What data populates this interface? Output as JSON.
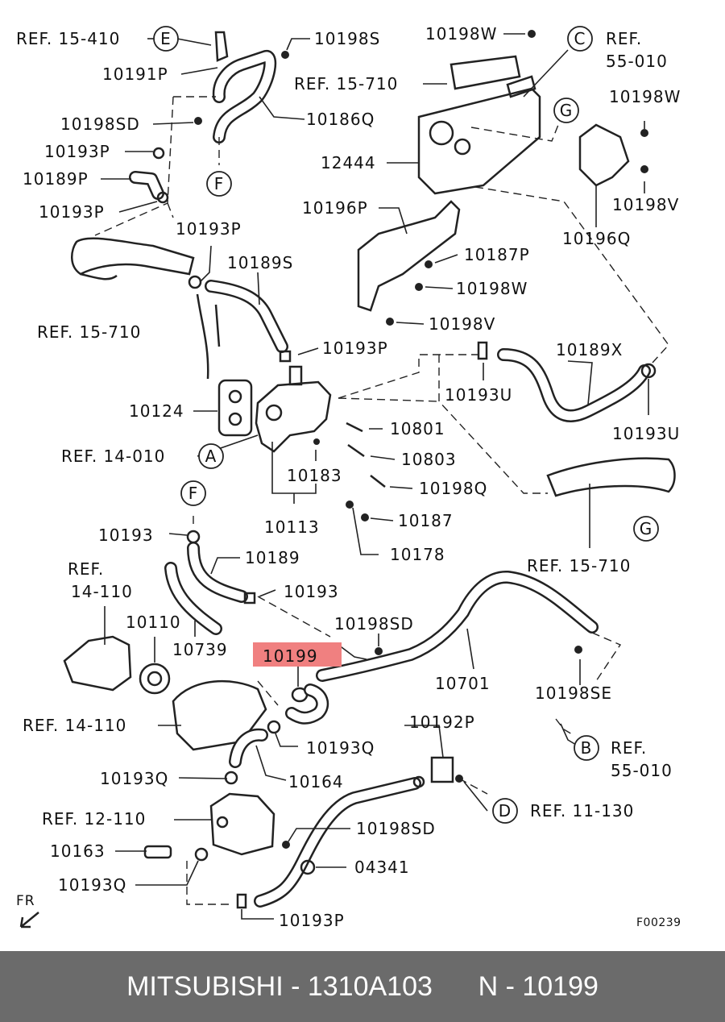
{
  "labels": {
    "l01": "REF. 15-410",
    "l02": "10191P",
    "l03": "10198S",
    "l04": "10186Q",
    "l05": "10198SD",
    "l06": "10193P",
    "l07": "10189P",
    "l08": "10193P",
    "l09": "10198W",
    "l10": "REF.",
    "l11": "55-010",
    "l12": "REF. 15-710",
    "l13": "10198W",
    "l14": "12444",
    "l15": "10198V",
    "l16": "10196P",
    "l17": "10196Q",
    "l18": "10193P",
    "l19": "10189S",
    "l20": "10187P",
    "l21": "10198W",
    "l22": "REF. 15-710",
    "l23": "10198V",
    "l24": "10193P",
    "l25": "10189X",
    "l26": "10193U",
    "l27": "10193U",
    "l28": "10124",
    "l29": "10801",
    "l30": "REF. 14-010",
    "l31": "10803",
    "l32": "10183",
    "l33": "10198Q",
    "l34": "10113",
    "l35": "10187",
    "l36": "10193",
    "l37": "10178",
    "l38": "10189",
    "l39": "REF. 15-710",
    "l40": "REF.",
    "l41": "14-110",
    "l42": "10193",
    "l43": "10110",
    "l44": "10198SD",
    "l45": "10739",
    "l46": "10199",
    "l47": "10701",
    "l48": "10198SE",
    "l49": "REF. 14-110",
    "l50": "10192P",
    "l51": "10193Q",
    "l52": "REF.",
    "l53": "55-010",
    "l54": "10193Q",
    "l55": "10164",
    "l56": "REF. 11-130",
    "l57": "REF. 12-110",
    "l58": "10198SD",
    "l59": "10163",
    "l60": "04341",
    "l61": "10193Q",
    "l62": "10193P",
    "l63": "FR",
    "l64": "F00239"
  },
  "callouts": {
    "A": "A",
    "B": "B",
    "C": "C",
    "D": "D",
    "E": "E",
    "F1": "F",
    "F2": "F",
    "G1": "G",
    "G2": "G"
  },
  "highlight": {
    "part": "10199",
    "color": "#f08080"
  },
  "footer": {
    "text": "MITSUBISHI - 1310A103      N - 10199"
  }
}
